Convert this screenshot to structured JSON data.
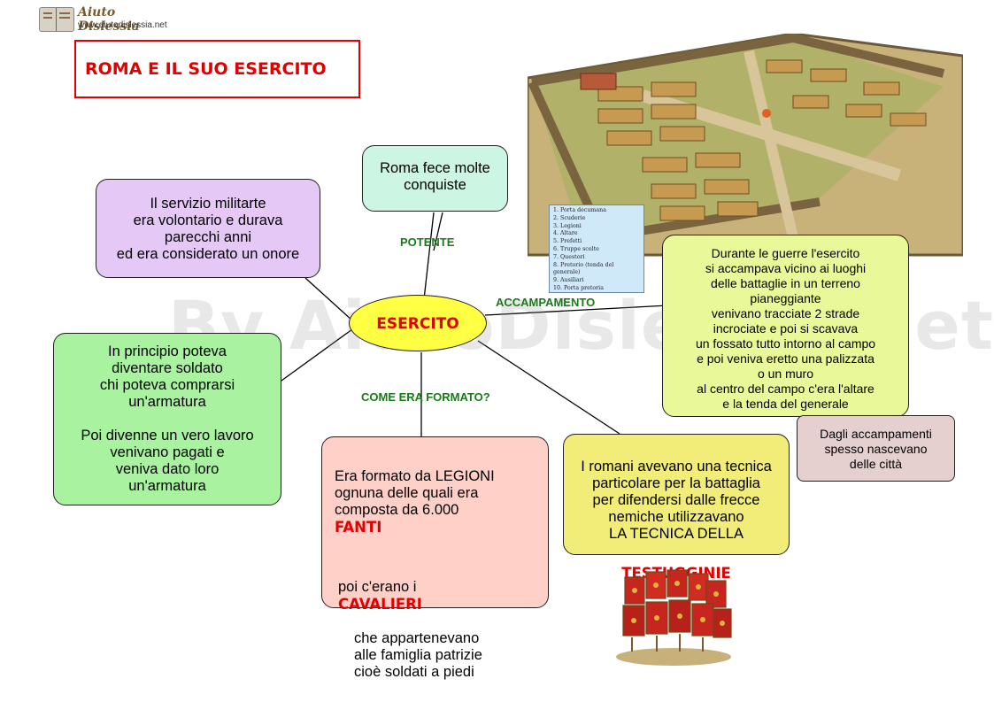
{
  "header": {
    "logo_text": "Aiuto Dislessia",
    "logo_url": "www.aiutodislessia.net"
  },
  "title": "ROMA E IL SUO ESERCITO",
  "watermark": "By AiutoDislessia.net",
  "center_node": "ESERCITO",
  "links": {
    "potente": "POTENTE",
    "accampamento": "ACCAMPAMENTO",
    "formato": "COME ERA FORMATO?"
  },
  "nodes": {
    "conquiste": "Roma fece molte\nconquiste",
    "servizio": "Il servizio militarte\nera volontario e durava\nparecchi anni\ned era considerato un onore",
    "principio": "In principio poteva\ndiventare soldato\nchi poteva comprarsi\nun'armatura\n\nPoi divenne un vero lavoro\nvenivano pagati e\nveniva dato loro\nun'armatura",
    "legioni_a": "Era formato da LEGIONI\nognuna delle quali era\ncomposta da 6.000",
    "legioni_fanti": "FANTI",
    "legioni_b": "poi c'erano i",
    "legioni_cavalieri": "CAVALIERI",
    "legioni_c": "che appartenevano\nalle famiglia patrizie\ncioè soldati a piedi",
    "tecnica": "I romani avevano una tecnica\nparticolare per la battaglia\nper difendersi dalle frecce\nnemiche utilizzavano\nLA TECNICA DELLA",
    "testuggine": "TESTUGGINIE",
    "accampamento": "Durante le guerre l'esercito\nsi accampava vicino ai luoghi\ndelle battaglie in un terreno\npianeggiante\nvenivano tracciate 2 strade\nincrociate e poi si scavava\nun fossato tutto intorno al campo\ne poi veniva eretto una palizzata\no un muro\nal centro del campo c'era l'altare\ne la tenda del generale",
    "citta": "Dagli accampamenti\nspesso nascevano\ndelle città"
  },
  "camp_legend": [
    "1. Porta decumana",
    "2. Scuderie",
    "3. Legioni",
    "4. Altare",
    "5. Prefetti",
    "6. Truppe scelte",
    "7. Questori",
    "8. Pretorio (tenda del generale)",
    "9. Ausiliari",
    "10. Porta pretoria"
  ],
  "colors": {
    "title_red": "#e00000",
    "label_green": "#1a7a1a",
    "center_fill": "#ffff44",
    "conquiste_fill": "#ccf5e3",
    "servizio_fill": "#e6c8f7",
    "principio_fill": "#a8f2a0",
    "legioni_fill": "#ffd0c8",
    "tecnica_fill": "#f2ec78",
    "accampamento_fill": "#e9f99a",
    "citta_fill": "#e6d0cf"
  }
}
